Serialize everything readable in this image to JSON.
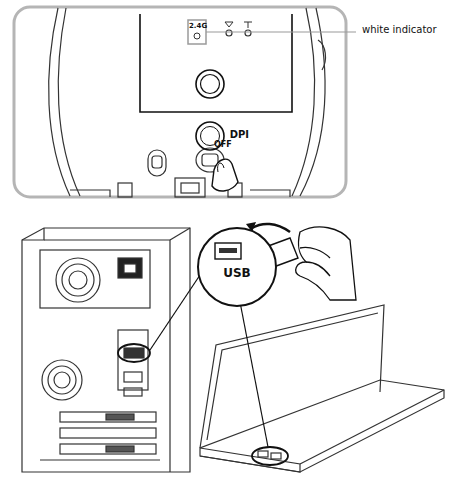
{
  "diagram": {
    "nodes": [
      {
        "text": [
          "DPI"
        ]
      },
      {
        "text": [
          "USB"
        ]
      }
    ],
    "labels": [
      "2.4G",
      "OFF",
      "white indicator"
    ]
  }
}
